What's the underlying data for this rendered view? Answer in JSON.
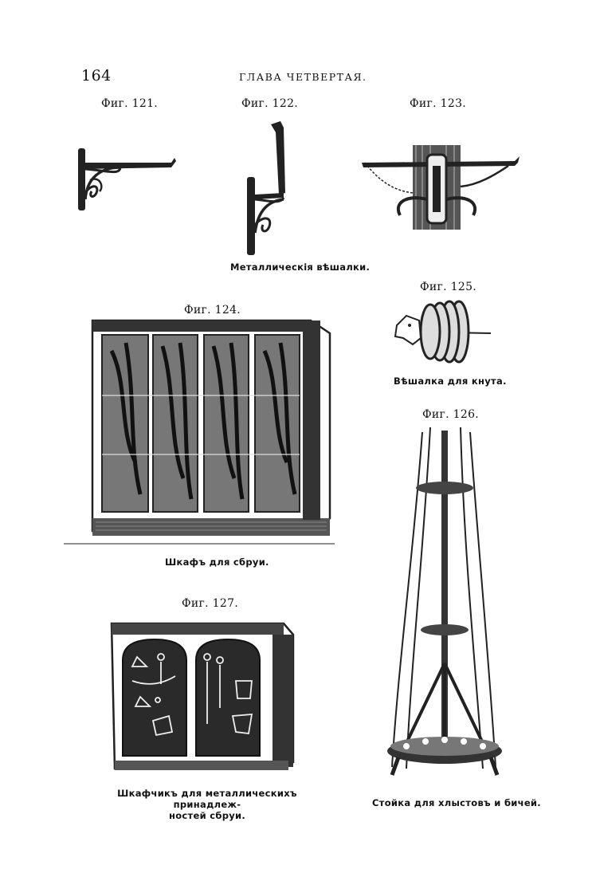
{
  "header": {
    "page_number": "164",
    "chapter_title": "ГЛАВА ЧЕТВЕРТАЯ."
  },
  "figures": {
    "fig121": "Фиг. 121.",
    "fig122": "Фиг. 122.",
    "fig123": "Фиг. 123.",
    "fig124": "Фиг. 124.",
    "fig125": "Фиг. 125.",
    "fig126": "Фиг. 126.",
    "fig127": "Фиг. 127."
  },
  "captions": {
    "hangers": "Металлическія вѣшалки.",
    "whip_hanger": "Вѣшалка для кнута.",
    "harness_cabinet": "Шкафъ для сбруи.",
    "small_cabinet_line1": "Шкафчикъ для металлическихъ принадлеж-",
    "small_cabinet_line2": "ностей сбруи.",
    "whip_stand": "Стойка для хлыстовъ и бичей."
  },
  "illustration_names": {
    "fig121": "wall-hook-bracket",
    "fig122": "wall-hook-tall",
    "fig123": "wall-hook-double",
    "fig124": "harness-cabinet-glazed",
    "fig125": "whip-hanger-horse-head",
    "fig126": "whip-stand-rack",
    "fig127": "small-cabinet-two-door"
  }
}
